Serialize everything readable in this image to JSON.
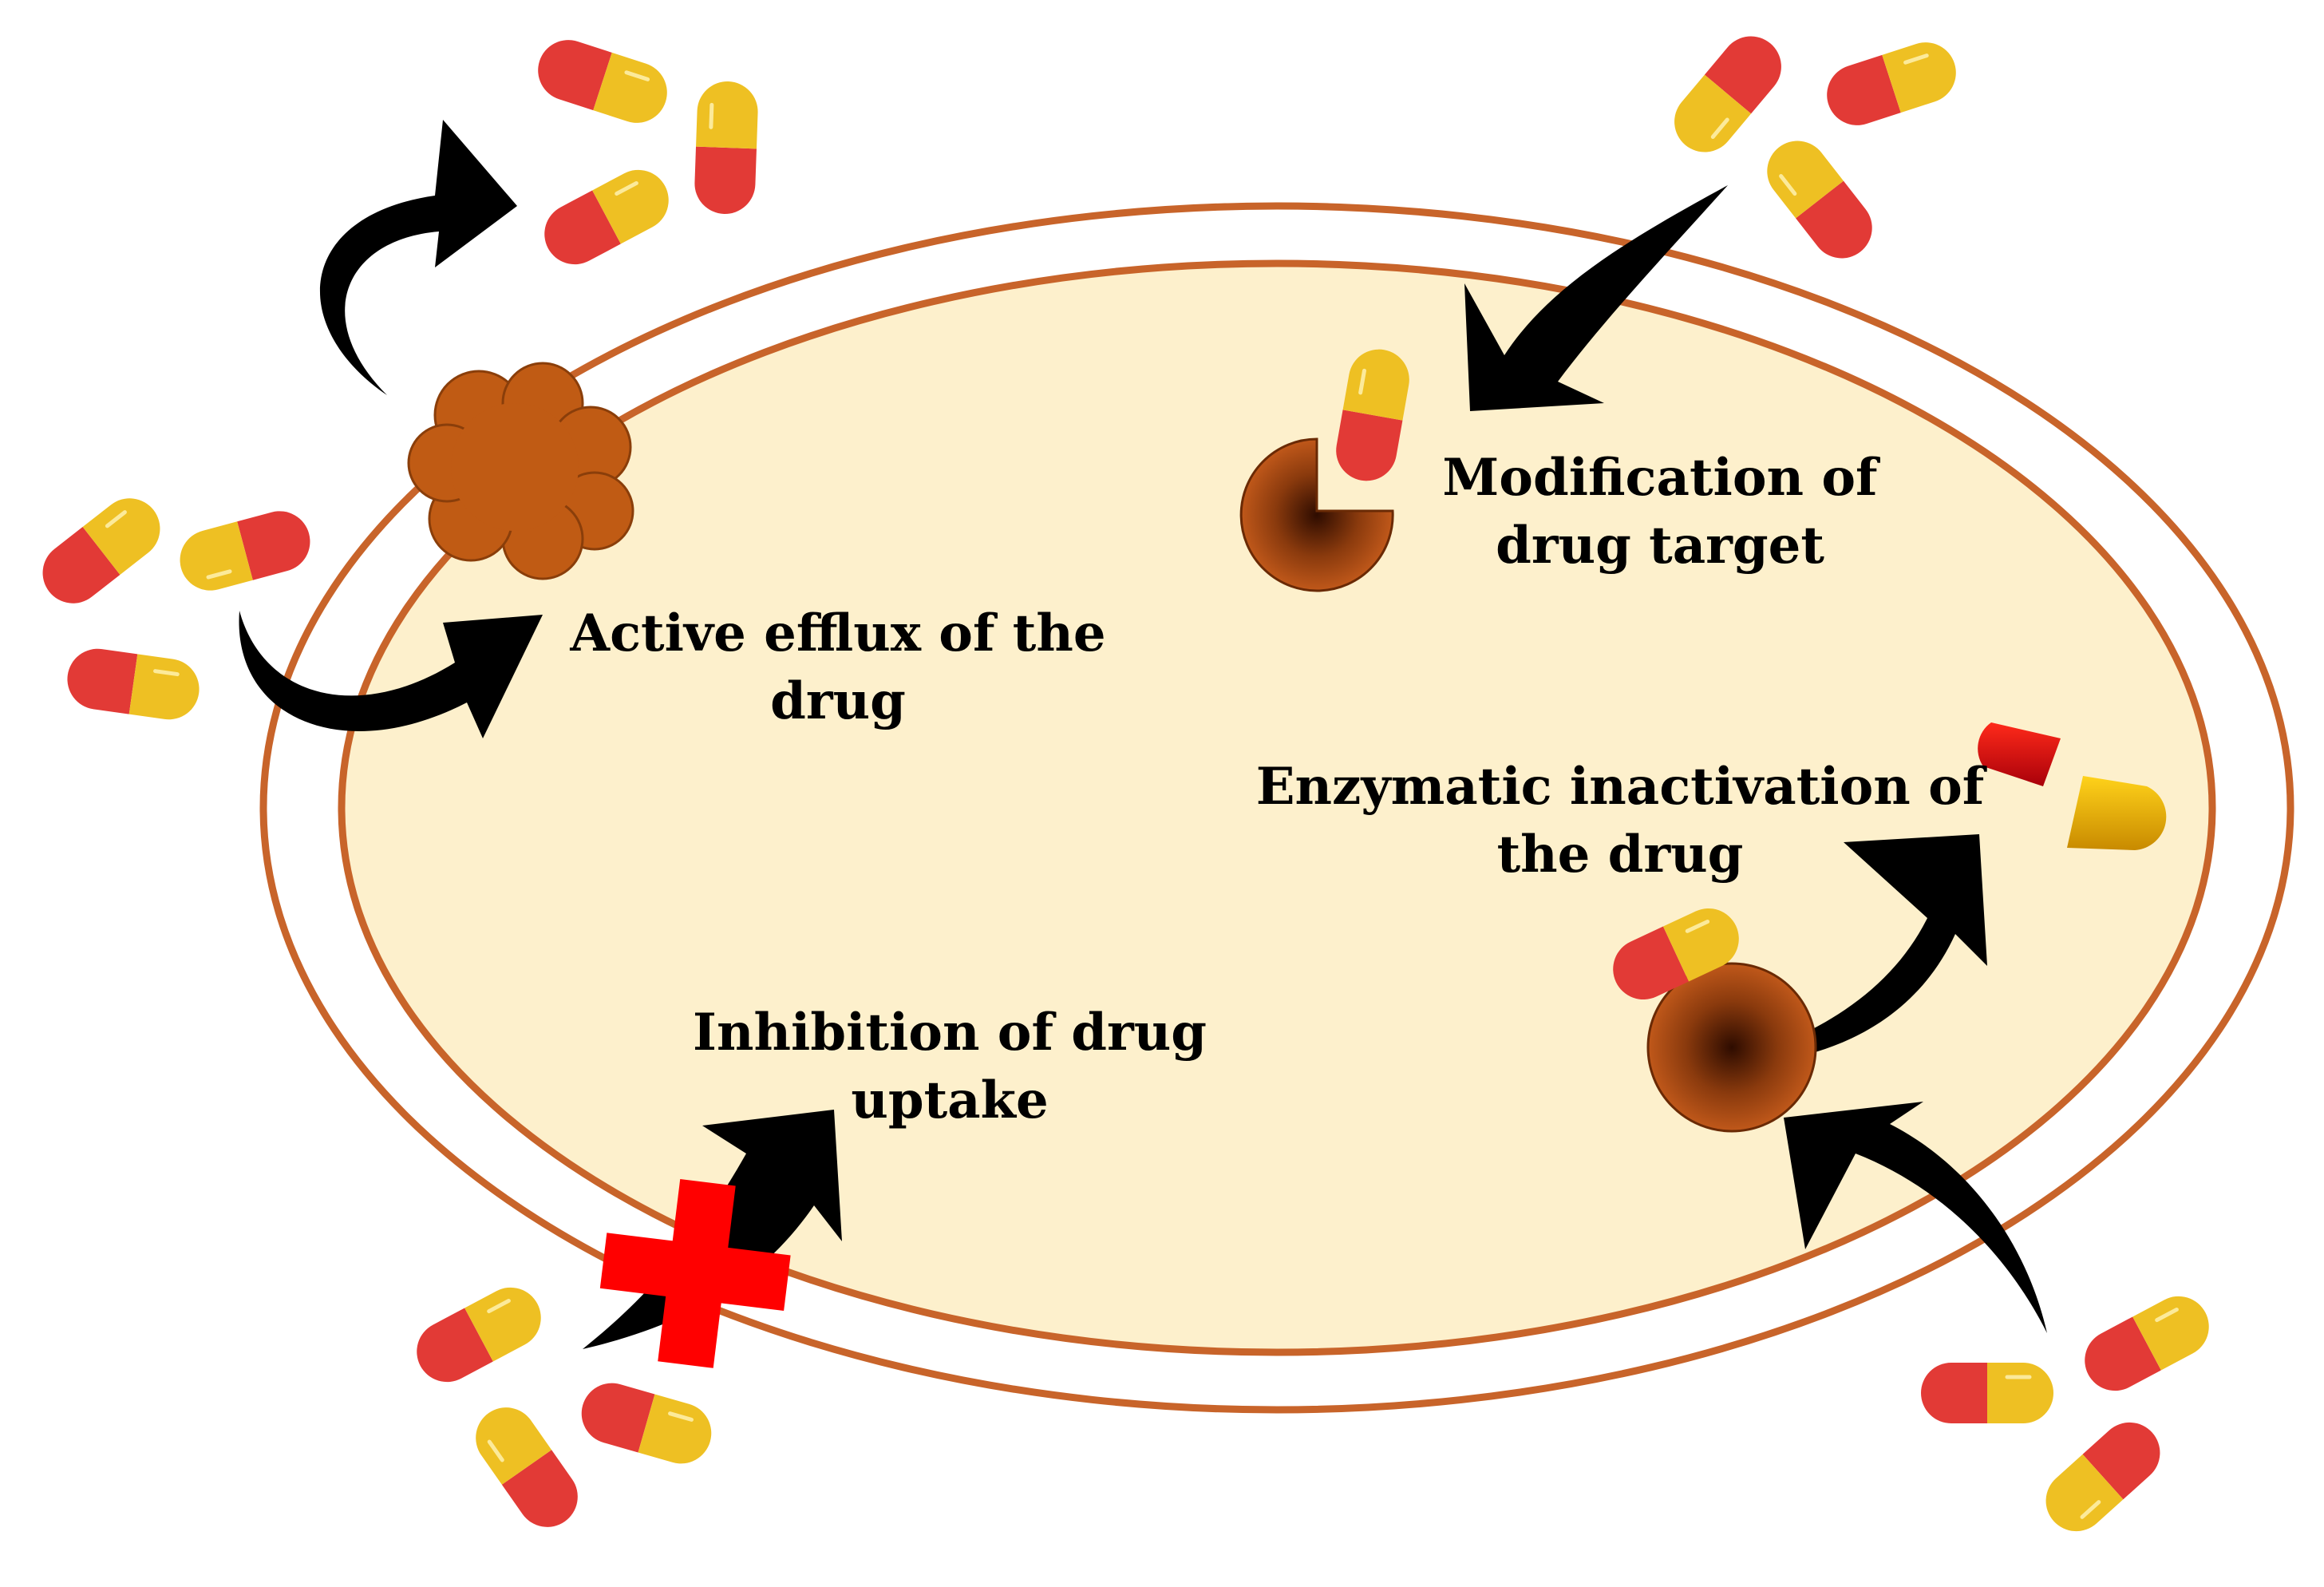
{
  "labels": {
    "efflux_line1": "Active efflux of the",
    "efflux_line2": "drug",
    "target_line1": "Modification of",
    "target_line2": "drug target",
    "enzyme_line1": "Enzymatic inactivation of",
    "enzyme_line2": "the drug",
    "uptake_line1": "Inhibition of drug",
    "uptake_line2": "uptake"
  },
  "colors": {
    "cytoplasm": "#fdf0cc",
    "membrane": "#c8642a",
    "capsule_red": "#e23a36",
    "capsule_yellow": "#eec023",
    "pump": "#c05b14",
    "target": "#8a3a0d",
    "arrow": "#000000",
    "blocked_cross": "#ff0000"
  },
  "icons": {
    "pump": "efflux-pump-icon",
    "target": "drug-target-icon",
    "enzyme": "enzyme-icon",
    "blocked": "red-cross-icon",
    "drug": "capsule-icon"
  }
}
